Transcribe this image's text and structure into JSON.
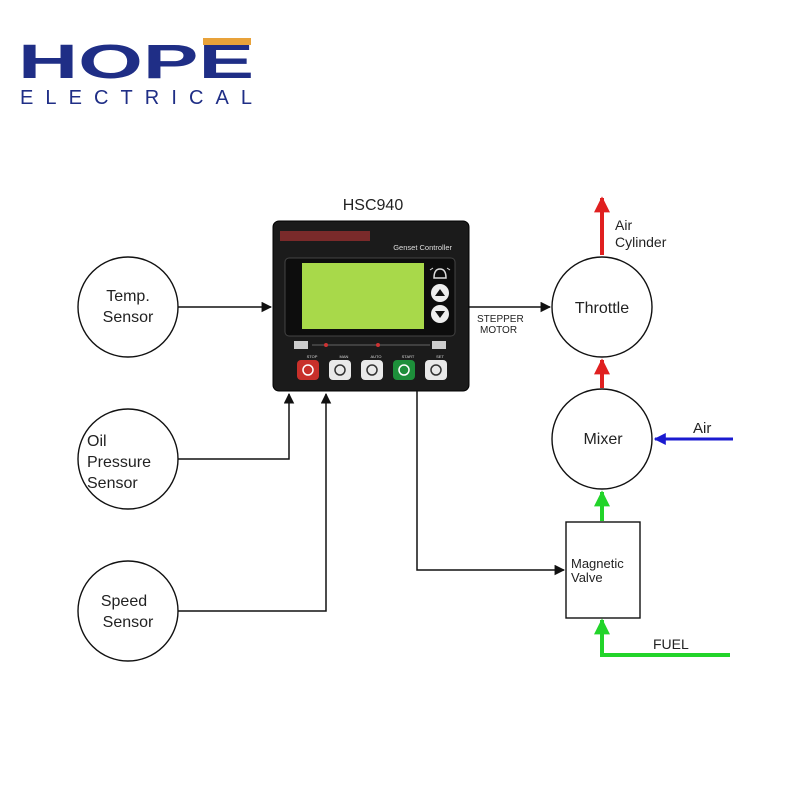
{
  "brand": {
    "name": "HOPE",
    "tagline": "ELECTRICAL",
    "colors": {
      "primary": "#1f2e86",
      "accent": "#e8a23a"
    }
  },
  "controller": {
    "model": "HSC940",
    "panel_title": "Genset Controller",
    "buttons": [
      {
        "label": "STOP",
        "icon": "stop-icon",
        "color": "#c8302a"
      },
      {
        "label": "MAN",
        "icon": "hand-icon",
        "color": "#e9e9e9"
      },
      {
        "label": "AUTO",
        "icon": "auto-icon",
        "color": "#e9e9e9"
      },
      {
        "label": "START",
        "icon": "start-icon",
        "color": "#1d8f3a"
      },
      {
        "label": "SET",
        "icon": "wrench-icon",
        "color": "#e9e9e9"
      }
    ],
    "nav_icons": [
      "alarm-bell-icon",
      "arrow-up-icon",
      "arrow-down-icon"
    ],
    "lcd_color": "#a8d94a"
  },
  "sensors": {
    "temp": [
      "Temp.",
      "Sensor"
    ],
    "oil": [
      "Oil",
      "Pressure",
      "Sensor"
    ],
    "speed": [
      "Speed",
      "Sensor"
    ]
  },
  "components": {
    "throttle": "Throttle",
    "mixer": "Mixer",
    "valve": [
      "Magnetic",
      "Valve"
    ]
  },
  "labels": {
    "stepper": [
      "STEPPER",
      "MOTOR"
    ],
    "air_cylinder": [
      "Air",
      "Cylinder"
    ],
    "air": "Air",
    "fuel": "FUEL"
  },
  "colors": {
    "red": "#e02020",
    "blue": "#1a1ad0",
    "green": "#22d42a",
    "line": "#111111"
  }
}
